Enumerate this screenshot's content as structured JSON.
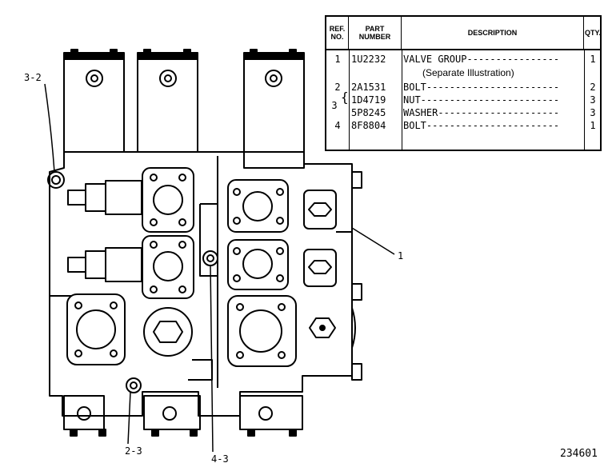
{
  "table": {
    "headers": {
      "ref_no": "REF.\nNO.",
      "part_number": "PART\nNUMBER",
      "description": "DESCRIPTION",
      "qty": "QTY."
    },
    "rows": [
      {
        "ref": "1",
        "part": "1U2232",
        "description": "VALVE GROUP----------------",
        "qty": "1"
      },
      {
        "ref": "",
        "part": "",
        "description": "(Separate Illustration)",
        "qty": ""
      },
      {
        "ref": "2",
        "part": "2A1531",
        "description": "BOLT-----------------------",
        "qty": "2"
      },
      {
        "ref": "3",
        "part": "1D4719",
        "description": "NUT------------------------",
        "qty": "3"
      },
      {
        "ref": "",
        "part": "5P8245",
        "description": "WASHER---------------------",
        "qty": "3"
      },
      {
        "ref": "4",
        "part": "8F8804",
        "description": "BOLT-----------------------",
        "qty": "1"
      }
    ]
  },
  "callouts": {
    "c32": "3-2",
    "c1": "1",
    "c23": "2-3",
    "c43": "4-3"
  },
  "figure_number": "234601"
}
